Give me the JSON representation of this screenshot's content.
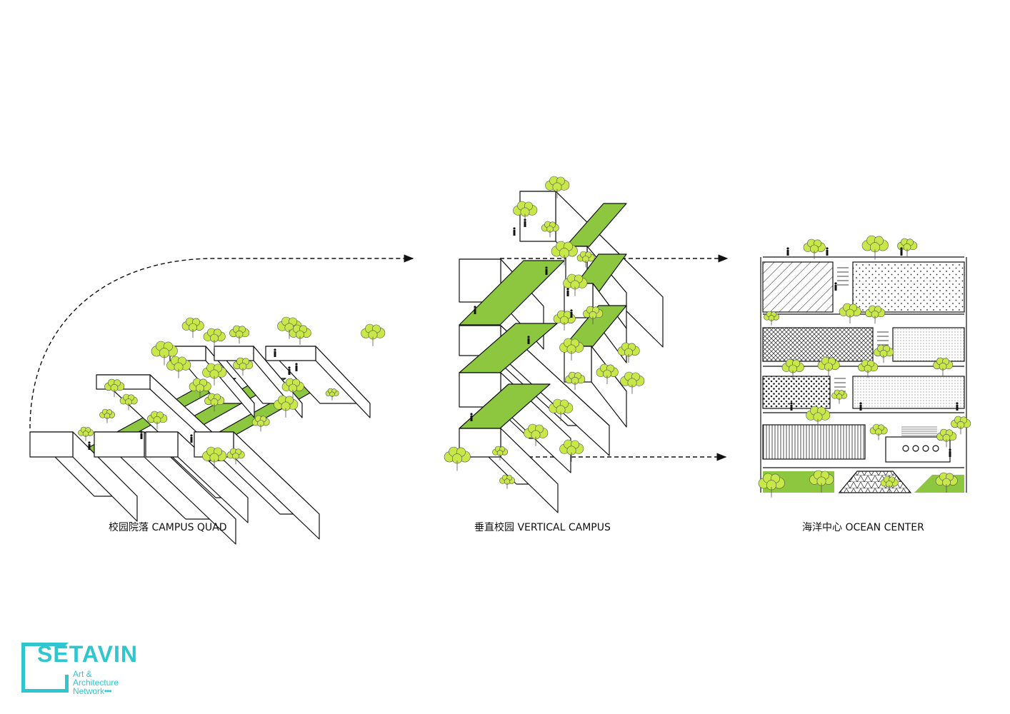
{
  "captions": {
    "campus_quad": "校园院落 CAMPUS QUAD",
    "vertical_campus": "垂直校园 VERTICAL CAMPUS",
    "ocean_center": "海洋中心 OCEAN CENTER"
  },
  "logo": {
    "brand": "SETAVIN",
    "line1": "Art &",
    "line2": "Architecture",
    "line3": "Network",
    "dots": "•••"
  },
  "colors": {
    "green": "#8dc63f",
    "tree": "#c8e84a",
    "accent": "#2fc6d0",
    "line": "#111111"
  }
}
